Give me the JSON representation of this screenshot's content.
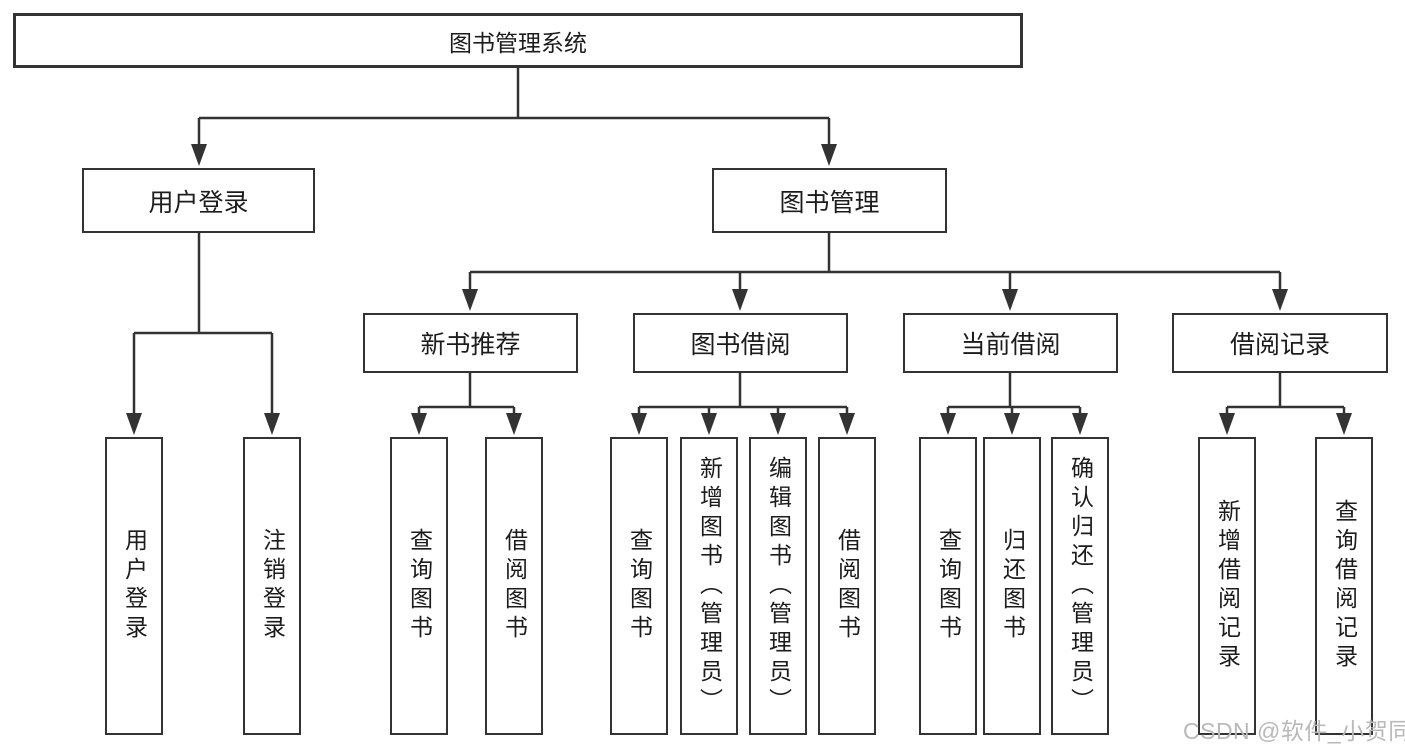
{
  "diagram": {
    "type": "hierarchy",
    "root": {
      "label": "图书管理系统"
    },
    "branches": [
      {
        "label": "用户登录",
        "children": [
          {
            "label": "用户登录"
          },
          {
            "label": "注销登录"
          }
        ]
      },
      {
        "label": "图书管理",
        "children": [
          {
            "label": "新书推荐",
            "children": [
              {
                "label": "查询图书"
              },
              {
                "label": "借阅图书"
              }
            ]
          },
          {
            "label": "图书借阅",
            "children": [
              {
                "label": "查询图书"
              },
              {
                "label": "新增图书（管理员）"
              },
              {
                "label": "编辑图书（管理员）"
              },
              {
                "label": "借阅图书"
              }
            ]
          },
          {
            "label": "当前借阅",
            "children": [
              {
                "label": "查询图书"
              },
              {
                "label": "归还图书"
              },
              {
                "label": "确认归还（管理员）"
              }
            ]
          },
          {
            "label": "借阅记录",
            "children": [
              {
                "label": "新增借阅记录"
              },
              {
                "label": "查询借阅记录"
              }
            ]
          }
        ]
      }
    ]
  },
  "watermark": {
    "text": "CSDN @软件_小贺同学"
  },
  "colors": {
    "line": "#333333",
    "text": "#1c1c1c",
    "box_background": "#ffffff",
    "watermark": "#b9b9b9",
    "page_background": "#ffffff"
  }
}
